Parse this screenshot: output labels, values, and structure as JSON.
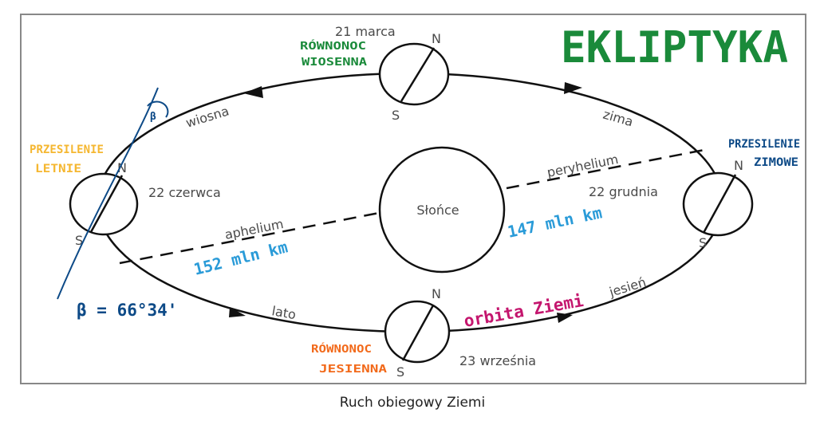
{
  "caption": "Ruch obiegowy Ziemi",
  "sun_label": "Słońce",
  "seasons": {
    "spring": "wiosna",
    "winter": "zima",
    "summer": "lato",
    "autumn": "jesień"
  },
  "dates": {
    "march": "21 marca",
    "june": "22 czerwca",
    "december": "22 grudnia",
    "september": "23 września"
  },
  "poles": {
    "north": "N",
    "south": "S"
  },
  "aphelion": "aphelium",
  "perihelion": "peryhelium",
  "annotations": {
    "title": "EKLIPTYKA",
    "spring_equinox": [
      "RÓWNONOC",
      "WIOSENNA"
    ],
    "summer_solstice": [
      "PRZESILENIE",
      "LETNIE"
    ],
    "winter_solstice": [
      "PRZESILENIE",
      "ZIMOWE"
    ],
    "autumn_equinox": [
      "RÓWNONOC",
      "JESIENNA"
    ],
    "aphelion_distance": "152 mln km",
    "perihelion_distance": "147 mln km",
    "orbit": "orbita Ziemi",
    "beta_symbol": "β",
    "beta_value": "β = 66°34'"
  },
  "colors": {
    "green": "#1a8a3a",
    "yellow": "#f5b731",
    "navy": "#0d4a87",
    "lightblue": "#2a9bd8",
    "magenta": "#c4166e",
    "orange": "#f26a1b"
  }
}
